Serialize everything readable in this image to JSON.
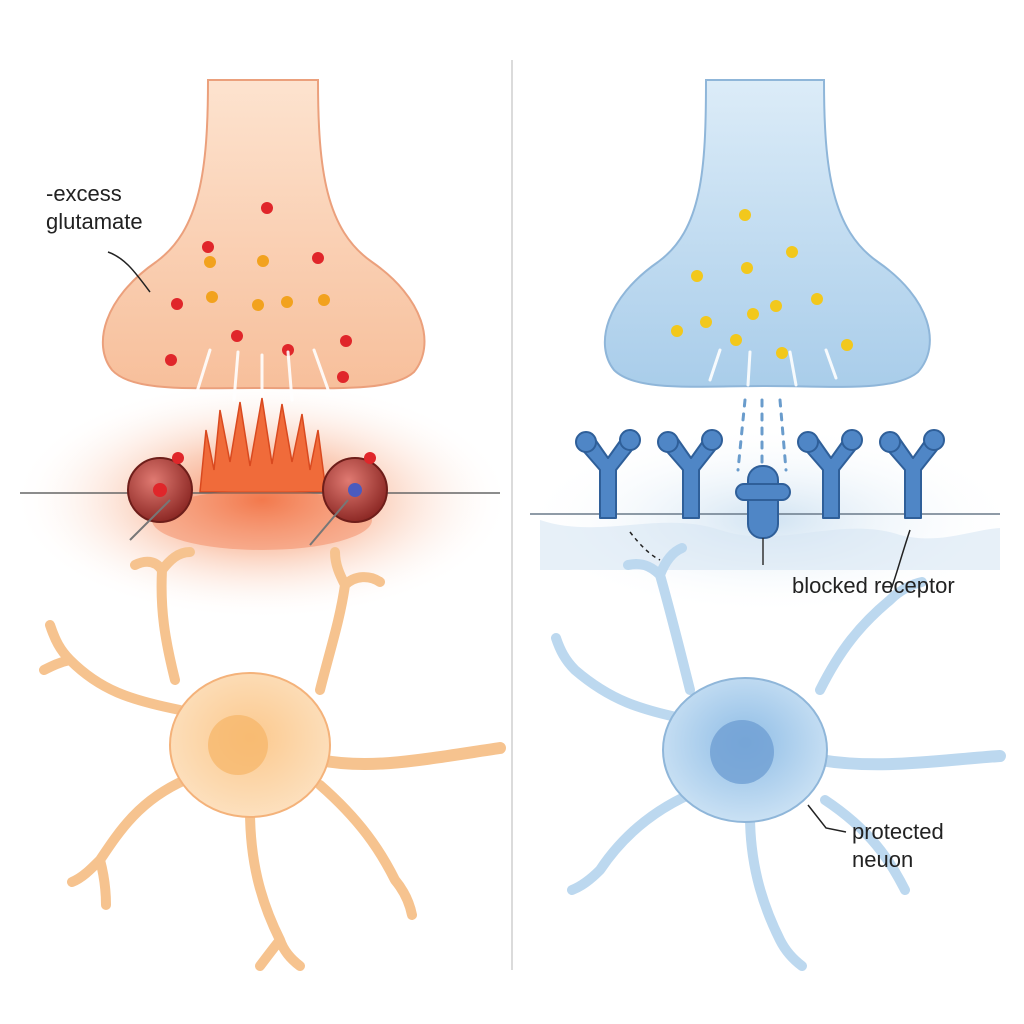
{
  "labels": {
    "excess_line1": "-excess",
    "excess_line2": "glutamate",
    "blocked": "blocked receptor",
    "protected_line1": "protected",
    "protected_line2": "neuon"
  },
  "colors": {
    "left_terminal": "#f9c9a6",
    "left_neuron": "#fbd3a4",
    "left_glow": "#f47a4a",
    "glutamate_red": "#e0262a",
    "glutamate_orange": "#f2a21e",
    "right_terminal": "#b9d8ef",
    "right_neuron": "#c6e0f4",
    "receptor_blue": "#4f86c6",
    "glutamate_yellow": "#f2c81c",
    "divider": "#cccccc"
  }
}
